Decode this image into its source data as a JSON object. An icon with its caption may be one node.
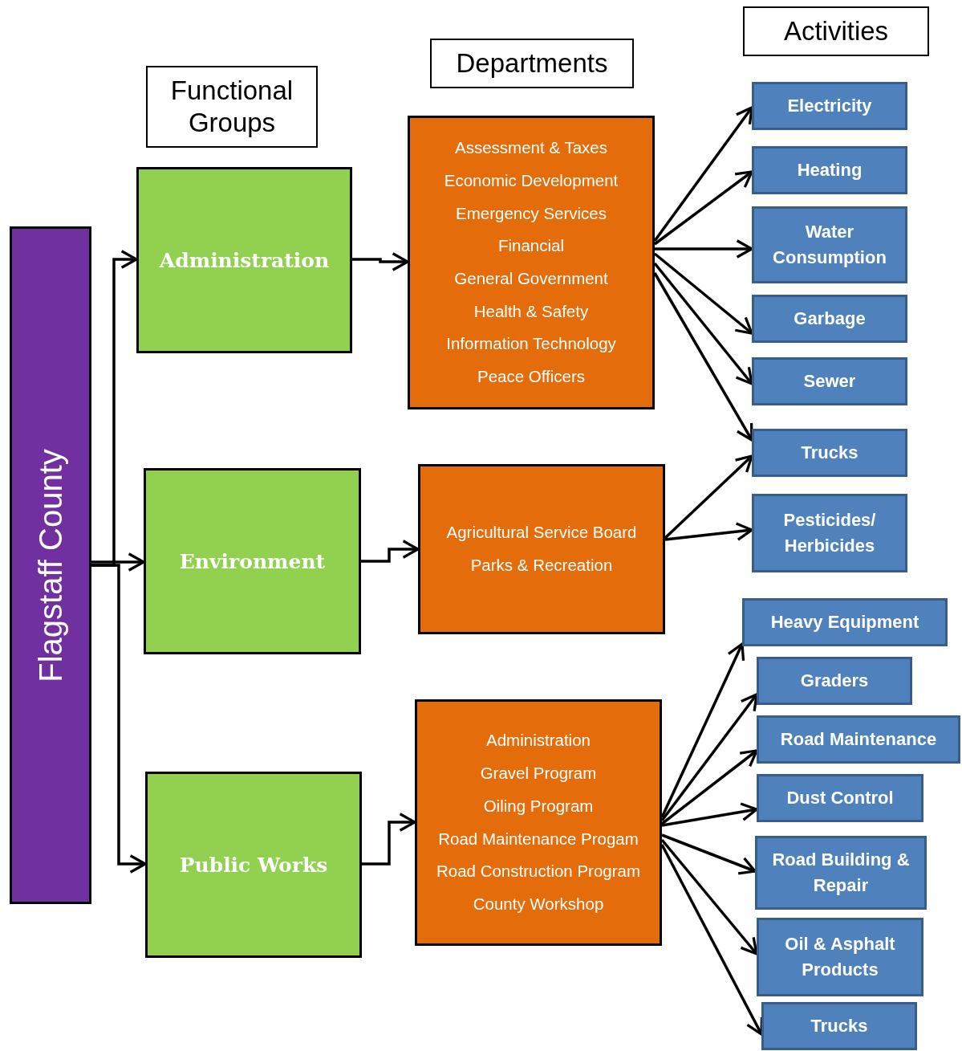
{
  "diagram": {
    "nodes": [
      {
        "text": [
          "Functional Groups"
        ]
      },
      {
        "text": [
          "Departments"
        ]
      },
      {
        "text": [
          "Activities"
        ]
      },
      {
        "text": [
          "Flagstaff County"
        ]
      },
      {
        "text": [
          "Administration"
        ]
      },
      {
        "text": [
          "Environment"
        ]
      },
      {
        "text": [
          "Public Works"
        ]
      },
      {
        "text": [
          "Assessment & Taxes",
          "Economic Development",
          "Emergency Services",
          "Financial",
          "General Government",
          "Health & Safety",
          "Information Technology",
          "Peace Officers"
        ]
      },
      {
        "text": [
          "Agricultural Service Board",
          "Parks & Recreation"
        ]
      },
      {
        "text": [
          "Administration",
          "Gravel Program",
          "Oiling Program",
          "Road Maintenance Progam",
          "Road Construction Program",
          "County Workshop"
        ]
      },
      {
        "text": [
          "Electricity"
        ]
      },
      {
        "text": [
          "Heating"
        ]
      },
      {
        "text": [
          "Water Consumption"
        ]
      },
      {
        "text": [
          "Garbage"
        ]
      },
      {
        "text": [
          "Sewer"
        ]
      },
      {
        "text": [
          "Trucks"
        ]
      },
      {
        "text": [
          "Pesticides/ Herbicides"
        ]
      },
      {
        "text": [
          "Heavy Equipment"
        ]
      },
      {
        "text": [
          "Graders"
        ]
      },
      {
        "text": [
          "Road Maintenance"
        ]
      },
      {
        "text": [
          "Dust Control"
        ]
      },
      {
        "text": [
          "Road Building & Repair"
        ]
      },
      {
        "text": [
          "Oil & Asphalt Products"
        ]
      },
      {
        "text": [
          "Trucks"
        ]
      }
    ],
    "edges": [
      {
        "from": 3,
        "to": 4,
        "arrow": "to"
      },
      {
        "from": 3,
        "to": 5,
        "arrow": "to"
      },
      {
        "from": 3,
        "to": 6,
        "arrow": "to"
      },
      {
        "from": 4,
        "to": 7,
        "arrow": "to"
      },
      {
        "from": 5,
        "to": 8,
        "arrow": "to"
      },
      {
        "from": 6,
        "to": 9,
        "arrow": "to"
      },
      {
        "from": 7,
        "to": 10,
        "arrow": "to"
      },
      {
        "from": 7,
        "to": 11,
        "arrow": "to"
      },
      {
        "from": 7,
        "to": 12,
        "arrow": "to"
      },
      {
        "from": 7,
        "to": 13,
        "arrow": "to"
      },
      {
        "from": 7,
        "to": 14,
        "arrow": "to"
      },
      {
        "from": 7,
        "to": 15,
        "arrow": "to"
      },
      {
        "from": 8,
        "to": 15,
        "arrow": "to"
      },
      {
        "from": 8,
        "to": 16,
        "arrow": "to"
      },
      {
        "from": 9,
        "to": 17,
        "arrow": "to"
      },
      {
        "from": 9,
        "to": 18,
        "arrow": "to"
      },
      {
        "from": 9,
        "to": 19,
        "arrow": "to"
      },
      {
        "from": 9,
        "to": 20,
        "arrow": "to"
      },
      {
        "from": 9,
        "to": 21,
        "arrow": "to"
      },
      {
        "from": 9,
        "to": 22,
        "arrow": "to"
      },
      {
        "from": 9,
        "to": 23,
        "arrow": "to"
      }
    ]
  }
}
